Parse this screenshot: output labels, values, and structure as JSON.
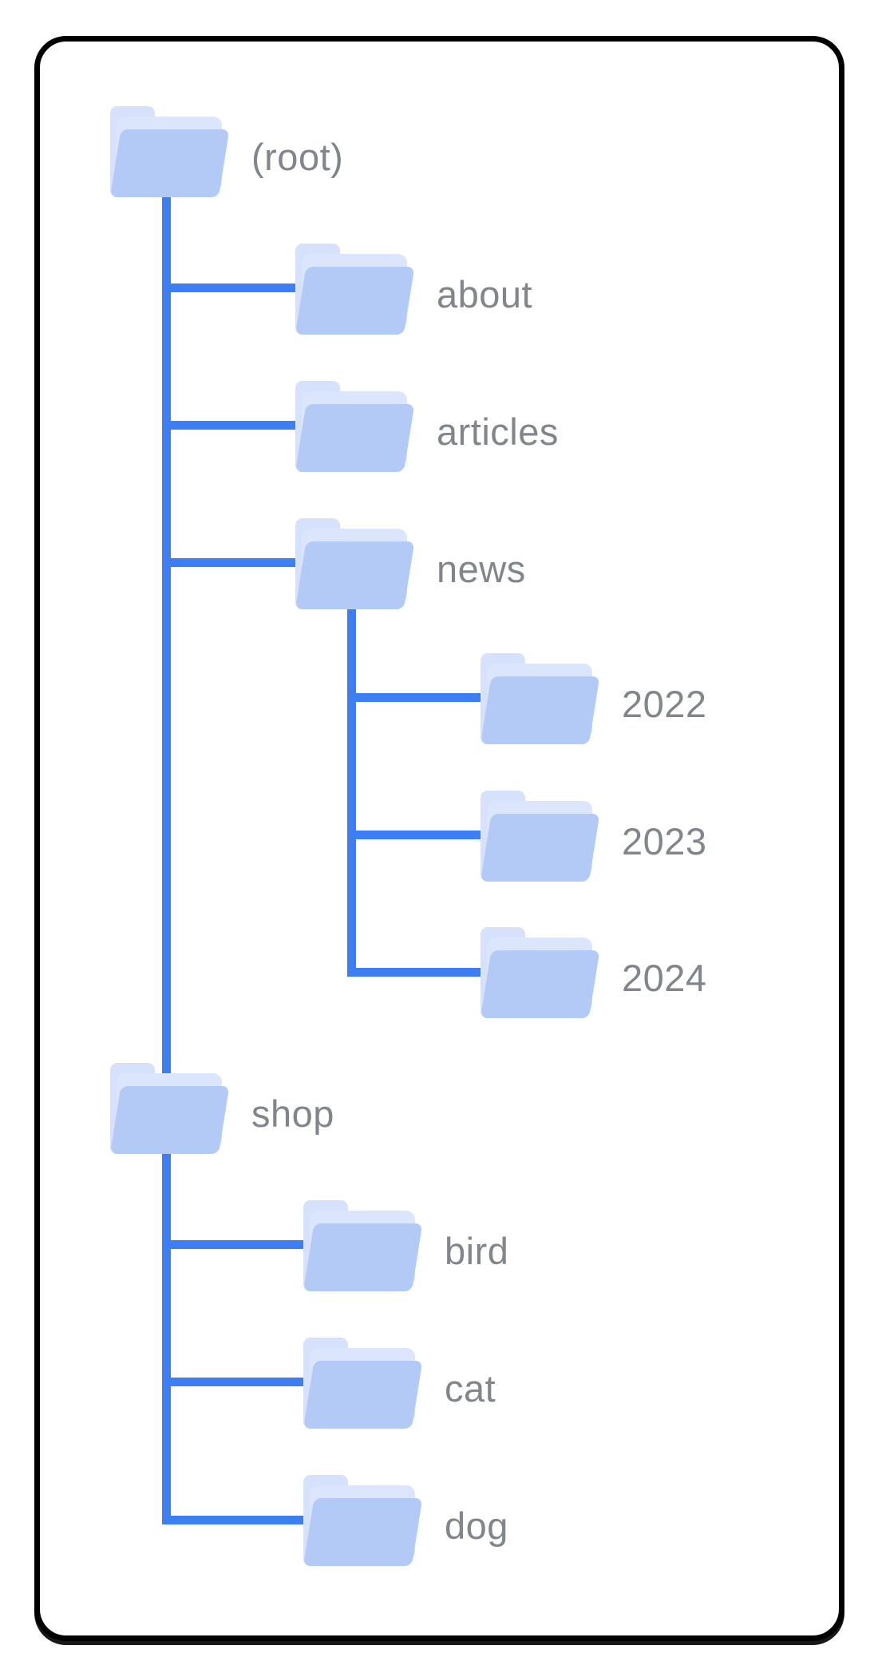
{
  "colors": {
    "background": "#ffffff",
    "card-border": "#000000",
    "line": "#3e7ef4",
    "label": "#80868b",
    "folder-back": "#d6e2fb",
    "folder-sheet": "#dbe6fc",
    "folder-front": "#b3caf6"
  },
  "tree": {
    "label": "(root)",
    "children": [
      {
        "label": "about",
        "children": []
      },
      {
        "label": "articles",
        "children": []
      },
      {
        "label": "news",
        "children": [
          {
            "label": "2022"
          },
          {
            "label": "2023"
          },
          {
            "label": "2024"
          }
        ]
      },
      {
        "label": "shop",
        "children": [
          {
            "label": "bird"
          },
          {
            "label": "cat"
          },
          {
            "label": "dog"
          }
        ]
      }
    ]
  }
}
